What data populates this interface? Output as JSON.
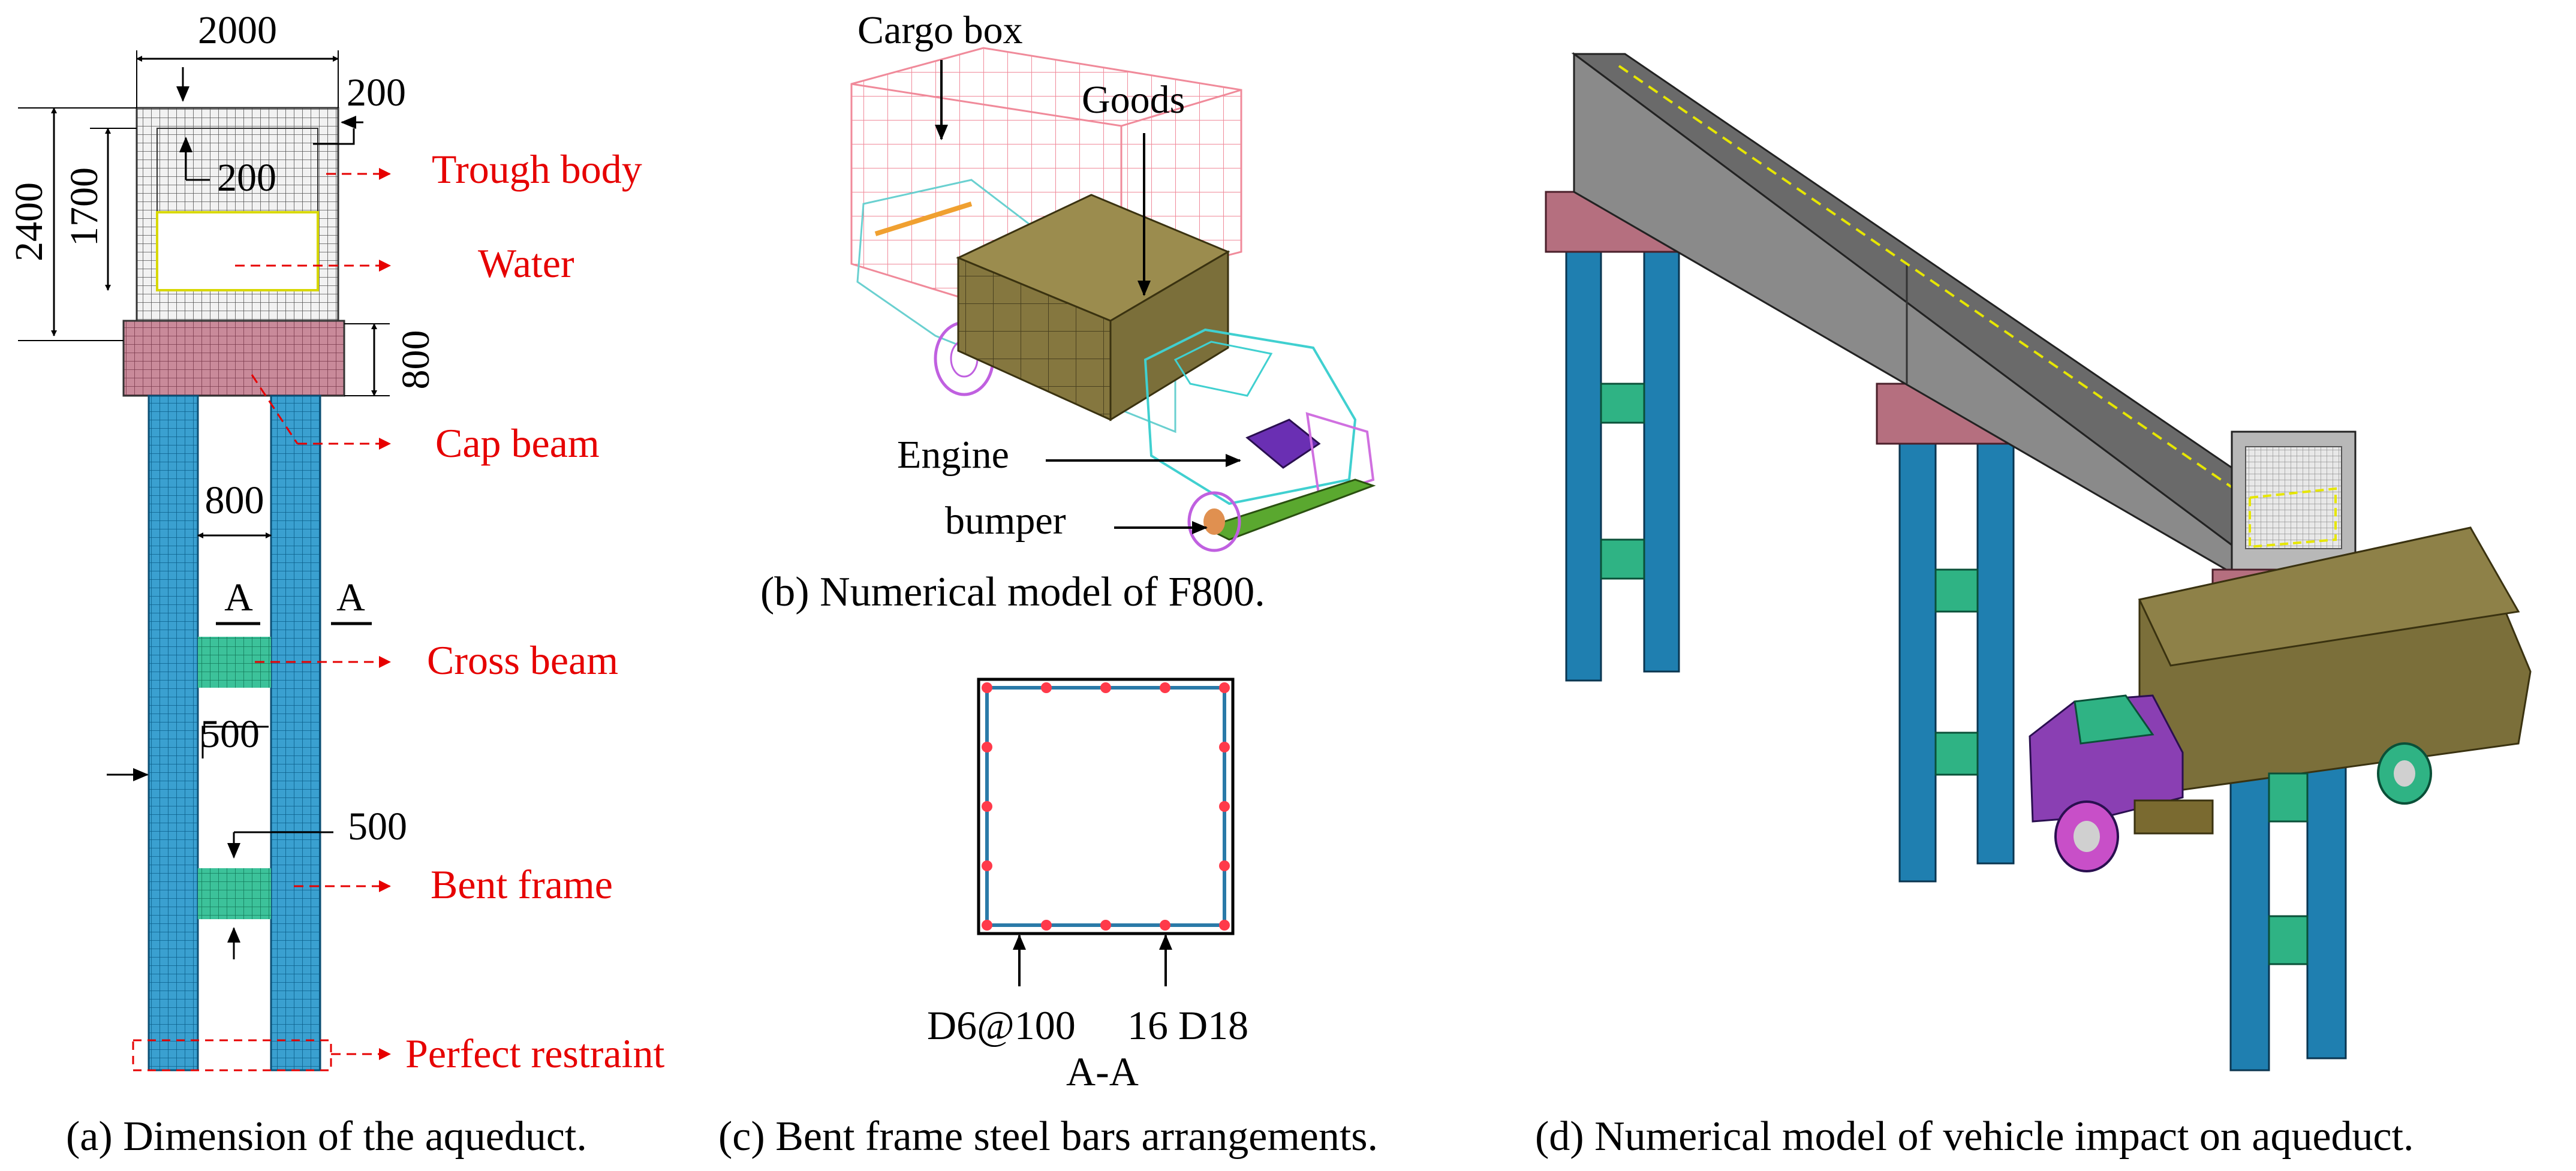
{
  "panel_a": {
    "dims": {
      "width_top": "2000",
      "wall_right": "200",
      "wall_inner": "200",
      "height_total": "2400",
      "height_inner": "1700",
      "cap_height": "800",
      "column_gap": "800",
      "section_left": "A",
      "section_right": "A",
      "cross_beam_h": "500",
      "bent_frame_h": "500"
    },
    "labels": {
      "trough_body": "Trough body",
      "water": "Water",
      "cap_beam": "Cap beam",
      "cross_beam": "Cross beam",
      "bent_frame": "Bent frame",
      "perfect_restraint": "Perfect restraint"
    },
    "caption": "(a) Dimension of the aqueduct."
  },
  "panel_b": {
    "labels": {
      "cargo_box": "Cargo box",
      "goods": "Goods",
      "engine": "Engine",
      "bumper": "bumper"
    },
    "caption": "(b) Numerical model of F800."
  },
  "panel_c": {
    "labels": {
      "stirrup": "D6@100",
      "long_bars": "16 D18",
      "section": "A-A"
    },
    "caption": "(c) Bent frame steel bars arrangements."
  },
  "panel_d": {
    "caption": "(d) Numerical model of vehicle impact on aqueduct."
  },
  "colors": {
    "annotation_red": "#e60000",
    "column_blue": "#1f7fb0",
    "cap_pink": "#b56f7f",
    "beam_green": "#2fb384",
    "trough_gray": "#8c8c8c",
    "goods_olive": "#7b6f3a",
    "cab_purple": "#8a3fb3",
    "water_yellow": "#e6e600"
  }
}
